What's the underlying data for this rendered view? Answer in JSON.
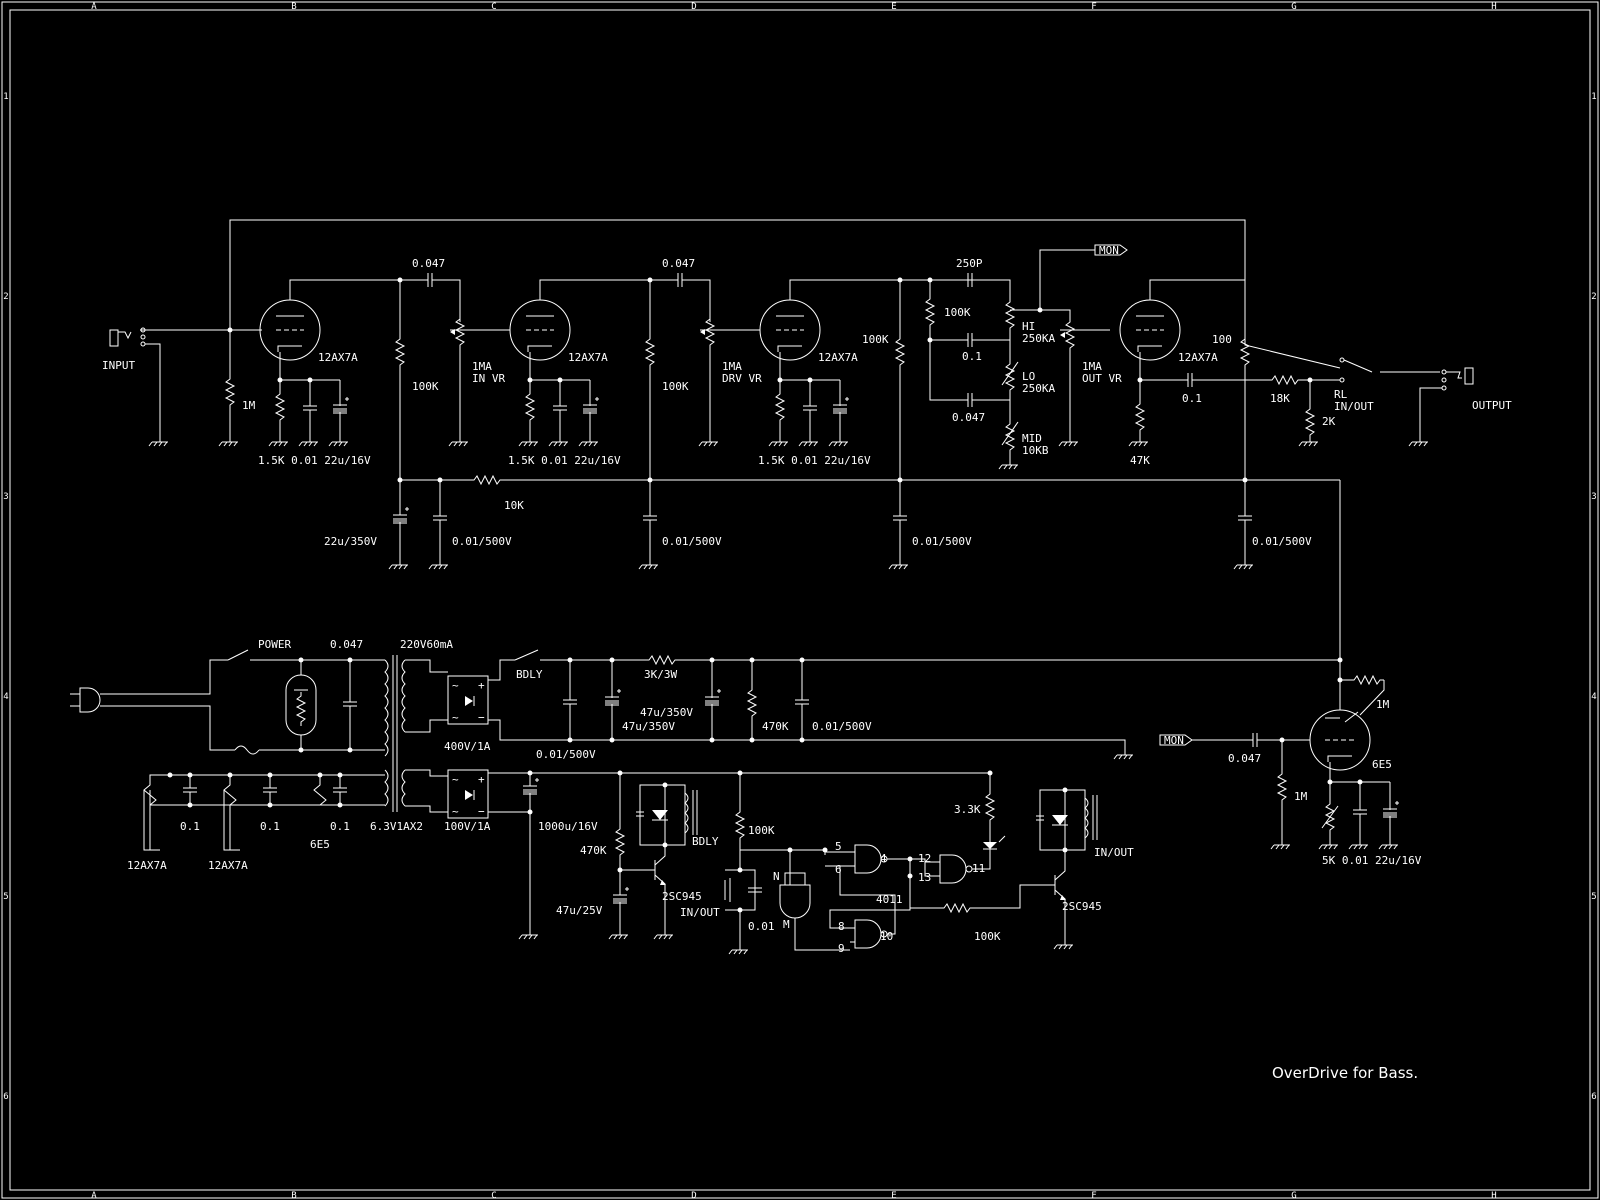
{
  "title": "OverDrive for Bass.",
  "frame": {
    "columns": [
      "A",
      "B",
      "C",
      "D",
      "E",
      "F",
      "G",
      "H"
    ],
    "rows": [
      "1",
      "2",
      "3",
      "4",
      "5",
      "6"
    ]
  },
  "labels": {
    "input": "INPUT",
    "output": "OUTPUT",
    "mon_out": "MON",
    "mon_in": "MON",
    "v1": "12AX7A",
    "v2": "12AX7A",
    "v3": "12AX7A",
    "v4": "12AX7A",
    "tube_6e5": "6E5",
    "r_grid_1m": "1M",
    "k1_vals": "1.5K 0.01 22u/16V",
    "k2_vals": "1.5K 0.01 22u/16V",
    "k3_vals": "1.5K 0.01 22u/16V",
    "c1": "0.047",
    "c2": "0.047",
    "c250p": "250P",
    "r100k_p1": "100K",
    "r100k_p2": "100K",
    "r100k_p3": "100K",
    "r100k_tone": "100K",
    "r100_p4": "100",
    "vr_in": "1MA\nIN VR",
    "vr_drv": "1MA\nDRV VR",
    "vr_out": "1MA\nOUT VR",
    "hi": "HI\n250KA",
    "lo": "LO\n250KA",
    "mid": "MID\n10KB",
    "c01_tone": "0.1",
    "c047_tone": "0.047",
    "r47k": "47K",
    "c01_out": "0.1",
    "r18k": "18K",
    "r2k": "2K",
    "rl": "RL\nIN/OUT",
    "r10k": "10K",
    "c22u350": "22u/350V",
    "fc1": "0.01/500V",
    "fc2": "0.01/500V",
    "fc3": "0.01/500V",
    "fc4": "0.01/500V",
    "power": "POWER",
    "c047_pwr": "0.047",
    "xfmr_hv": "220V60mA",
    "xfmr_lv": "6.3V1AX2",
    "rect_hv": "400V/1A",
    "rect_lv": "100V/1A",
    "bdly1": "BDLY",
    "r3k": "3K/3W",
    "c47u_a": "47u/350V",
    "c47u_b": "47u/350V",
    "r470k_ps": "470K",
    "c_ps_out": "0.01/500V",
    "c_ps_b": "0.01/500V",
    "h_c1": "0.1",
    "h_c2": "0.1",
    "h_c3": "0.1",
    "h_v1": "12AX7A",
    "h_v2": "12AX7A",
    "h_6e5": "6E5",
    "c1000u": "1000u/16V",
    "r470k_d": "470K",
    "c47u25": "47u/25V",
    "q1": "2SC945",
    "sw_inout": "IN/OUT",
    "bdly2": "BDLY",
    "r100k_d": "100K",
    "c001_d": "0.01",
    "ic": "4011",
    "r100k_fb": "100K",
    "r3k3": "3.3K",
    "q2": "2SC945",
    "relay_inout": "IN/OUT",
    "c047_mon": "0.047",
    "r1m_mon": "1M",
    "r1m_6e5": "1M",
    "k_6e5_vals": "5K 0.01 22u/16V",
    "pin5": "5",
    "pin6": "6",
    "pin4": "4",
    "pin12": "12",
    "pin13": "13",
    "pin11": "11",
    "pin8": "8",
    "pin9": "9",
    "pin10": "10",
    "ic_n": "N",
    "ic_m": "M"
  }
}
